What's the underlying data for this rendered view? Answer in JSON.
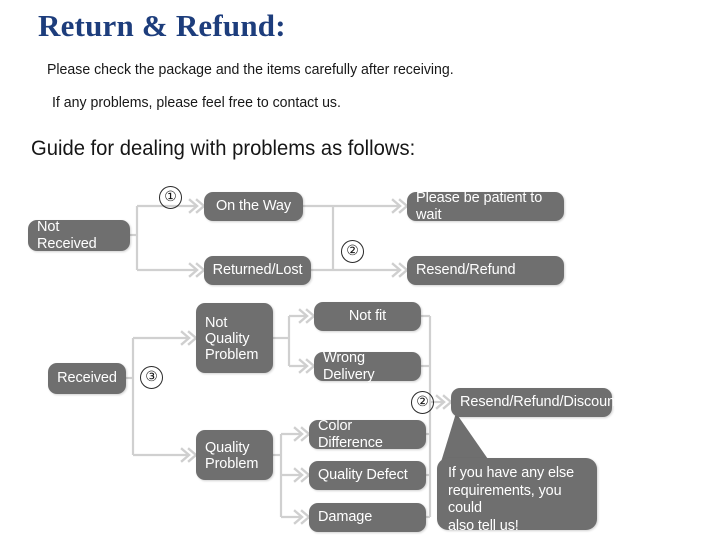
{
  "header": {
    "title": "Return & Refund:",
    "intro_line_1": "Please check the package and the items carefully after receiving.",
    "intro_line_2": "If any problems, please feel free to contact us.",
    "guide_heading": "Guide for dealing with problems as follows:",
    "title_color": "#1d3d7c",
    "text_color": "#181818"
  },
  "flowchart": {
    "node_fill": "#6f6f6f",
    "node_text_color": "#ffffff",
    "connector_color": "#d0d0d0",
    "nodes": {
      "not_received": "Not Received",
      "on_the_way": "On the Way",
      "returned_lost": "Returned/Lost",
      "please_be_patient": "Please be patient to wait",
      "resend_refund": "Resend/Refund",
      "received": "Received",
      "not_quality_problem": "Not\nQuality\nProblem",
      "quality_problem": "Quality\nProblem",
      "not_fit": "Not fit",
      "wrong_delivery": "Wrong Delivery",
      "color_difference": "Color Difference",
      "quality_defect": "Quality Defect",
      "damage": "Damage",
      "resend_refund_discount": "Resend/Refund/Discount"
    },
    "steps": {
      "step_1": "①",
      "step_2_top": "②",
      "step_3": "③",
      "step_2_bottom": "②"
    },
    "bubble": {
      "line_1": "If you have any else",
      "line_2": "requirements, you could",
      "line_3": "also tell us!"
    }
  }
}
